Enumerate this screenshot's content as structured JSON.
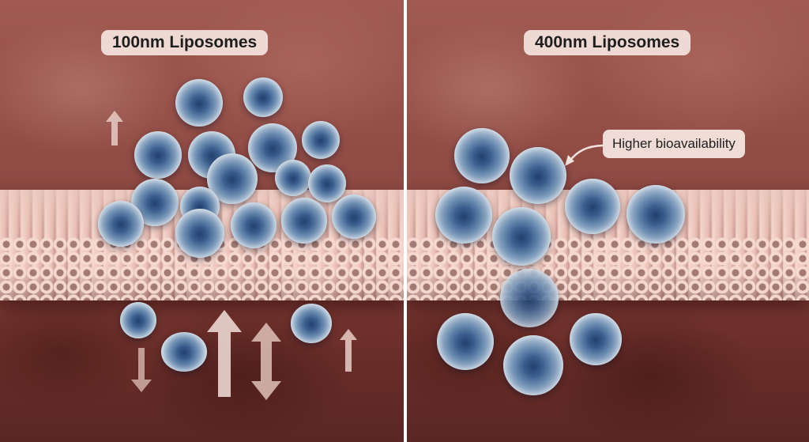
{
  "left_panel": {
    "title": "100nm Liposomes"
  },
  "right_panel": {
    "title": "400nm Liposomes",
    "callout": "Higher bioavailability"
  },
  "icons": {
    "arrows": "arrow-icon",
    "liposomes": "liposome-sphere"
  },
  "colors": {
    "background": "#8e4a43",
    "membrane": "#f2d0c7",
    "liposome_core": "#23406e",
    "divider": "#ffffff"
  }
}
